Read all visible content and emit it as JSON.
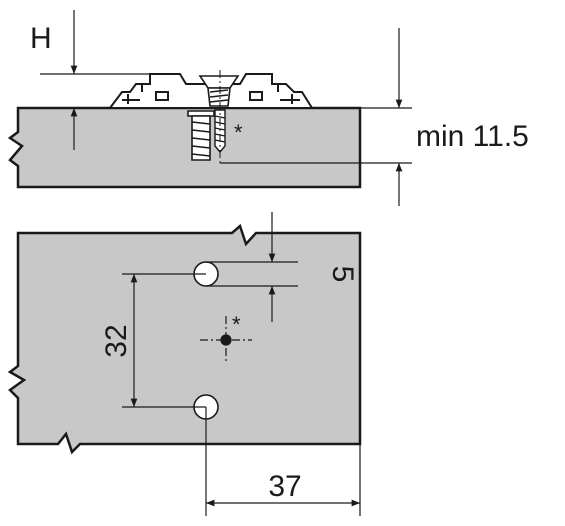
{
  "labels": {
    "height": "H",
    "min_thickness": "min 11.5",
    "screw_mark_top": "*",
    "screw_mark_bottom": "*",
    "hole_offset": "5",
    "hole_spacing": "32",
    "edge_distance": "37"
  },
  "colors": {
    "panel_fill": "#c8c8c8",
    "line": "#1a1a1a",
    "background": "#ffffff"
  }
}
